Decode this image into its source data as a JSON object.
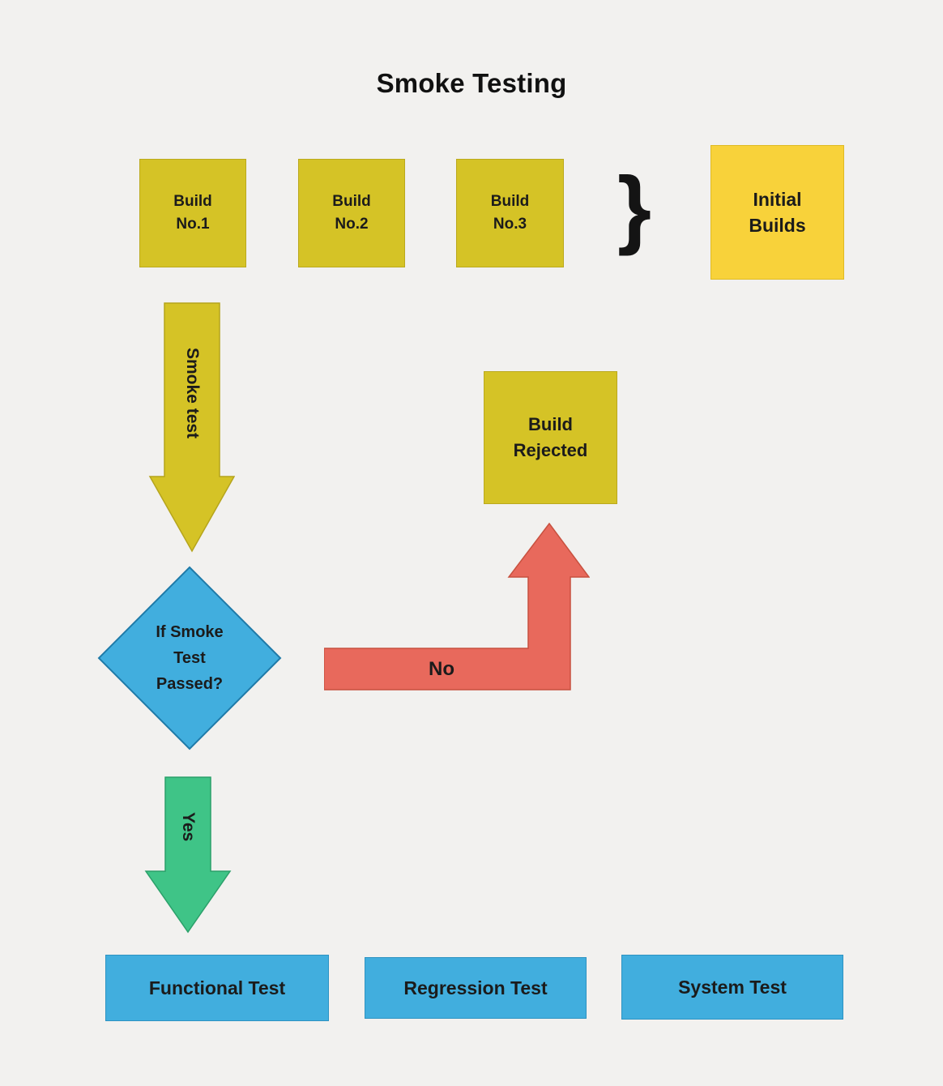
{
  "title": "Smoke Testing",
  "builds": [
    {
      "label": "Build\nNo.1"
    },
    {
      "label": "Build\nNo.2"
    },
    {
      "label": "Build\nNo.3"
    }
  ],
  "brace": "}",
  "initial_builds": "Initial\nBuilds",
  "build_rejected": "Build\nRejected",
  "decision": "If Smoke\nTest\nPassed?",
  "arrows": {
    "smoke_test": "Smoke test",
    "no": "No",
    "yes": "Yes"
  },
  "final_tests": [
    "Functional Test",
    "Regression Test",
    "System Test"
  ],
  "colors": {
    "background": "#f2f1ef",
    "build_box": "#d5c326",
    "initial_box": "#f8d23a",
    "blue": "#41aede",
    "red": "#e8695c",
    "green": "#3fc487",
    "text": "#1b1b1b"
  }
}
